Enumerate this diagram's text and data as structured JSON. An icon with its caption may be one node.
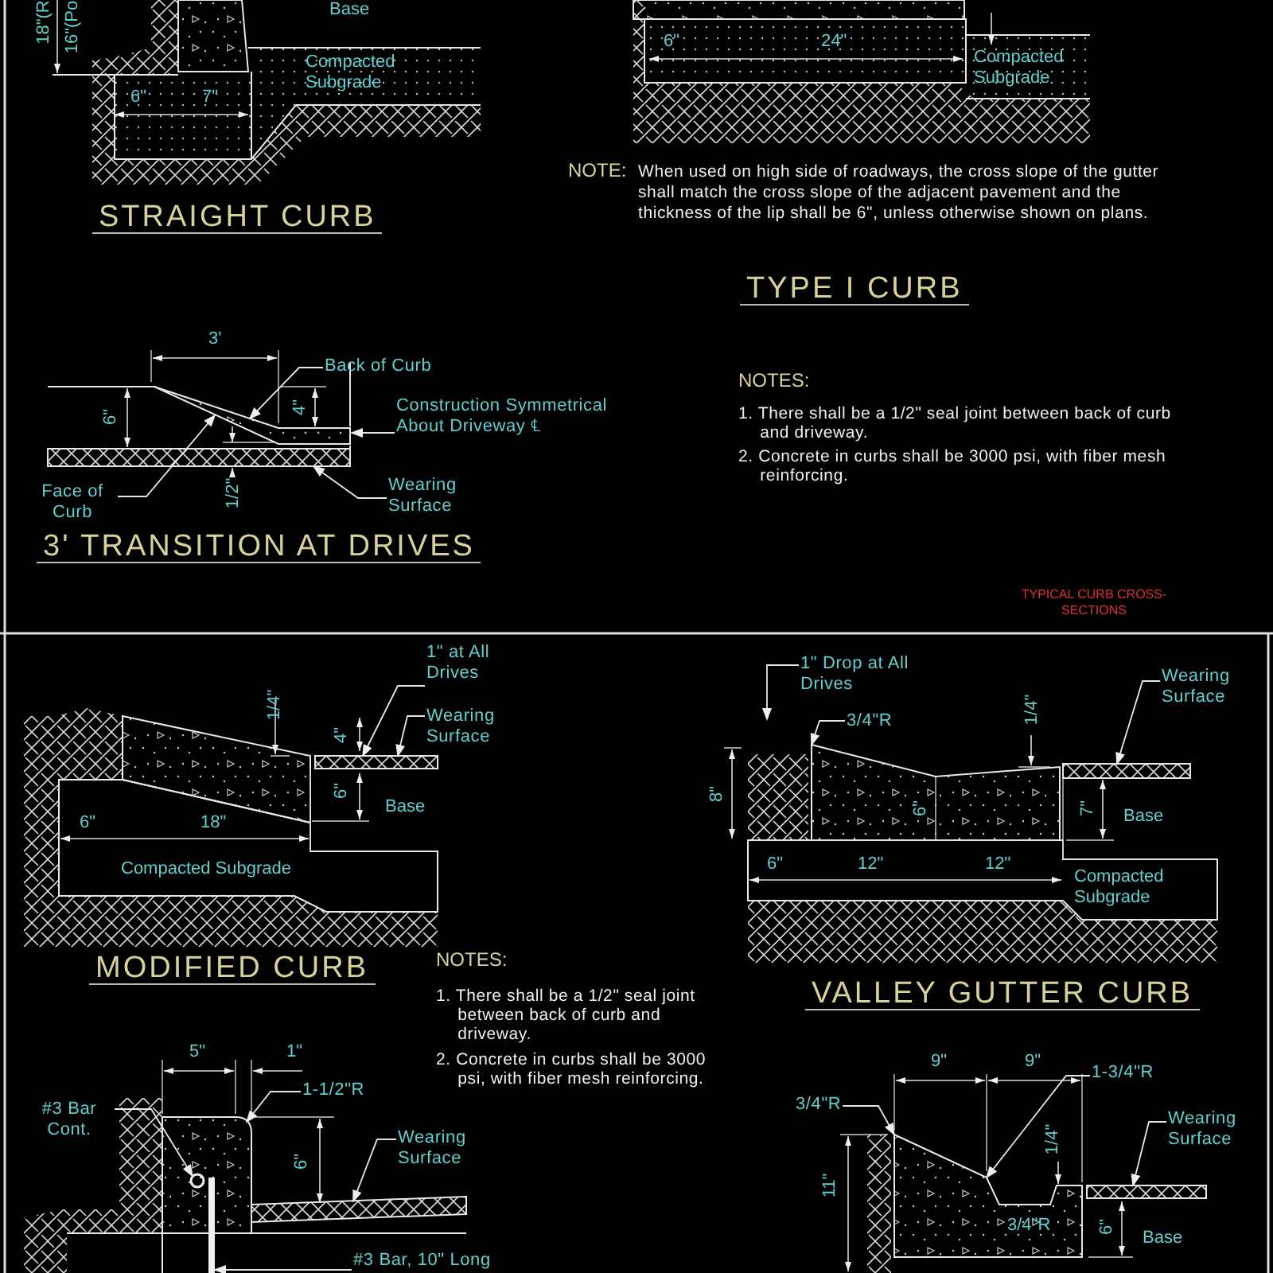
{
  "diagram": {
    "nodes": [
      {
        "text": [
          "Back of Curb"
        ]
      },
      {
        "text": [
          "Construction Symmetrical About Driveway ℄"
        ]
      },
      {
        "text": [
          "Face of Curb"
        ]
      },
      {
        "text": [
          "Wearing Surface"
        ]
      },
      {
        "text": [
          "1\" at All Drives"
        ]
      },
      {
        "text": [
          "Wearing Surface"
        ]
      },
      {
        "text": [
          "1\" Drop at All Drives"
        ]
      },
      {
        "text": [
          "3/4\"R"
        ]
      },
      {
        "text": [
          "Wearing Surface"
        ]
      },
      {
        "text": [
          "#3 Bar Cont."
        ]
      },
      {
        "text": [
          "1-1/2\"R"
        ]
      },
      {
        "text": [
          "Wearing Surface"
        ]
      },
      {
        "text": [
          "#3 Bar, 10\" Long"
        ]
      },
      {
        "text": [
          "3/4\"R"
        ]
      },
      {
        "text": [
          "1-3/4\"R"
        ]
      },
      {
        "text": [
          "Wearing Surface"
        ]
      },
      {
        "text": [],
        "shape": "box"
      },
      {
        "text": [],
        "shape": "band"
      },
      {
        "text": [],
        "shape": "band"
      },
      {
        "text": [],
        "shape": "box"
      },
      {
        "text": [],
        "shape": "band"
      },
      {
        "text": [],
        "shape": "circle",
        "in": 22
      },
      {
        "text": [],
        "shape": "box"
      },
      {
        "text": [],
        "shape": "band"
      },
      {
        "text": [],
        "shape": "bar"
      },
      {
        "text": [],
        "shape": "box"
      },
      {
        "text": [],
        "shape": "band"
      }
    ],
    "edges": [
      {
        "from": 0,
        "to": 16,
        "arrow": "to"
      },
      {
        "from": 1,
        "to": 16,
        "arrow": "to"
      },
      {
        "from": 2,
        "to": 16,
        "arrow": "to"
      },
      {
        "from": 3,
        "to": 17,
        "arrow": "to"
      },
      {
        "from": 4,
        "to": 18,
        "arrow": "to"
      },
      {
        "from": 5,
        "to": 18,
        "arrow": "to"
      },
      {
        "from": 6,
        "to": null,
        "arrow": "to"
      },
      {
        "from": 7,
        "to": 19,
        "arrow": "to"
      },
      {
        "from": 8,
        "to": 20,
        "arrow": "to"
      },
      {
        "from": 9,
        "to": 21,
        "arrow": "to"
      },
      {
        "from": 10,
        "to": 22,
        "arrow": "to"
      },
      {
        "from": 11,
        "to": 23,
        "arrow": "to"
      },
      {
        "from": 12,
        "to": 24,
        "arrow": "to"
      },
      {
        "from": 13,
        "to": 25,
        "arrow": "to"
      },
      {
        "from": 14,
        "to": 25,
        "arrow": "to"
      },
      {
        "from": 15,
        "to": 26,
        "arrow": "to"
      }
    ],
    "labels": [
      "18\"(R",
      "16\"(Po",
      "Base",
      "Compacted Subgrade",
      "6\"",
      "7\"",
      "STRAIGHT CURB",
      "6\"",
      "24\"",
      "Compacted Subgrade",
      "NOTE:",
      "When used on high side of roadways, the cross slope of the gutter shall match the cross slope of the adjacent pavement and the thickness of the lip shall be 6\", unless otherwise shown on plans.",
      "TYPE I CURB",
      "3'",
      "6\"",
      "4\"",
      "1/2\"",
      "NOTES:",
      "1. There shall be a 1/2\" seal joint between back of curb and driveway.",
      "2. Concrete in curbs shall be 3000 psi, with fiber mesh reinforcing.",
      "3' TRANSITION AT DRIVES",
      "TYPICAL CURB CROSS-SECTIONS",
      "1/4\"",
      "4\"",
      "6\"",
      "Base",
      "6\"",
      "18\"",
      "Compacted Subgrade",
      "1/4\"",
      "8\"",
      "6\"",
      "7\"",
      "Base",
      "6\"",
      "12\"",
      "12\"",
      "Compacted Subgrade",
      "MODIFIED CURB",
      "NOTES:",
      "1. There shall be a 1/2\" seal joint between back of curb and driveway.",
      "2. Concrete in curbs shall be 3000 psi, with fiber mesh reinforcing.",
      "VALLEY GUTTER CURB",
      "5\"",
      "1\"",
      "9\"",
      "9\"",
      "6\"",
      "1/4\"",
      "11\"",
      "3/4\"R",
      "6\"",
      "Base"
    ]
  }
}
